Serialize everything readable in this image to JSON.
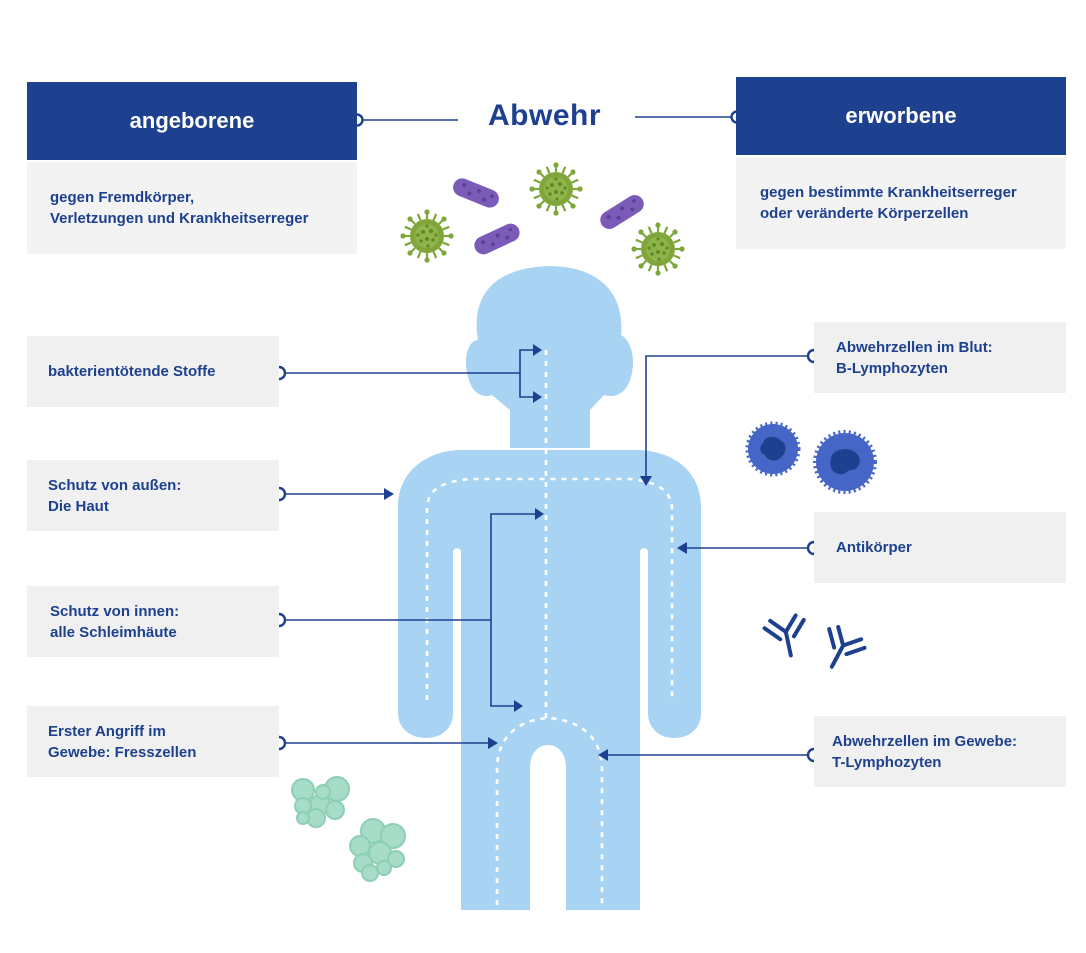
{
  "title": "Abwehr",
  "innate": {
    "heading": "angeborene",
    "description": "gegen Fremdkörper,\nVerletzungen und Krankheitserreger"
  },
  "acquired": {
    "heading": "erworbene",
    "description": "gegen bestimmte Krankheitserreger\noder veränderte Körperzellen"
  },
  "left_labels": [
    "bakterientötende Stoffe",
    "Schutz von außen:\nDie Haut",
    "Schutz von innen:\nalle Schleimhäute",
    "Erster Angriff im\nGewebe: Fresszellen"
  ],
  "right_labels": [
    "Abwehrzellen im Blut:\nB-Lymphozyten",
    "Antikörper",
    "Abwehrzellen im Gewebe:\nT-Lymphozyten"
  ],
  "colors": {
    "navy": "#1d418e",
    "body": "#a9d3f3",
    "panel": "#f0f0f0",
    "virus": "#7fa63a",
    "bacteria": "#7b5bb8",
    "lymphocyte": "#4566c7",
    "phagocyte": "#a6dcc8"
  }
}
